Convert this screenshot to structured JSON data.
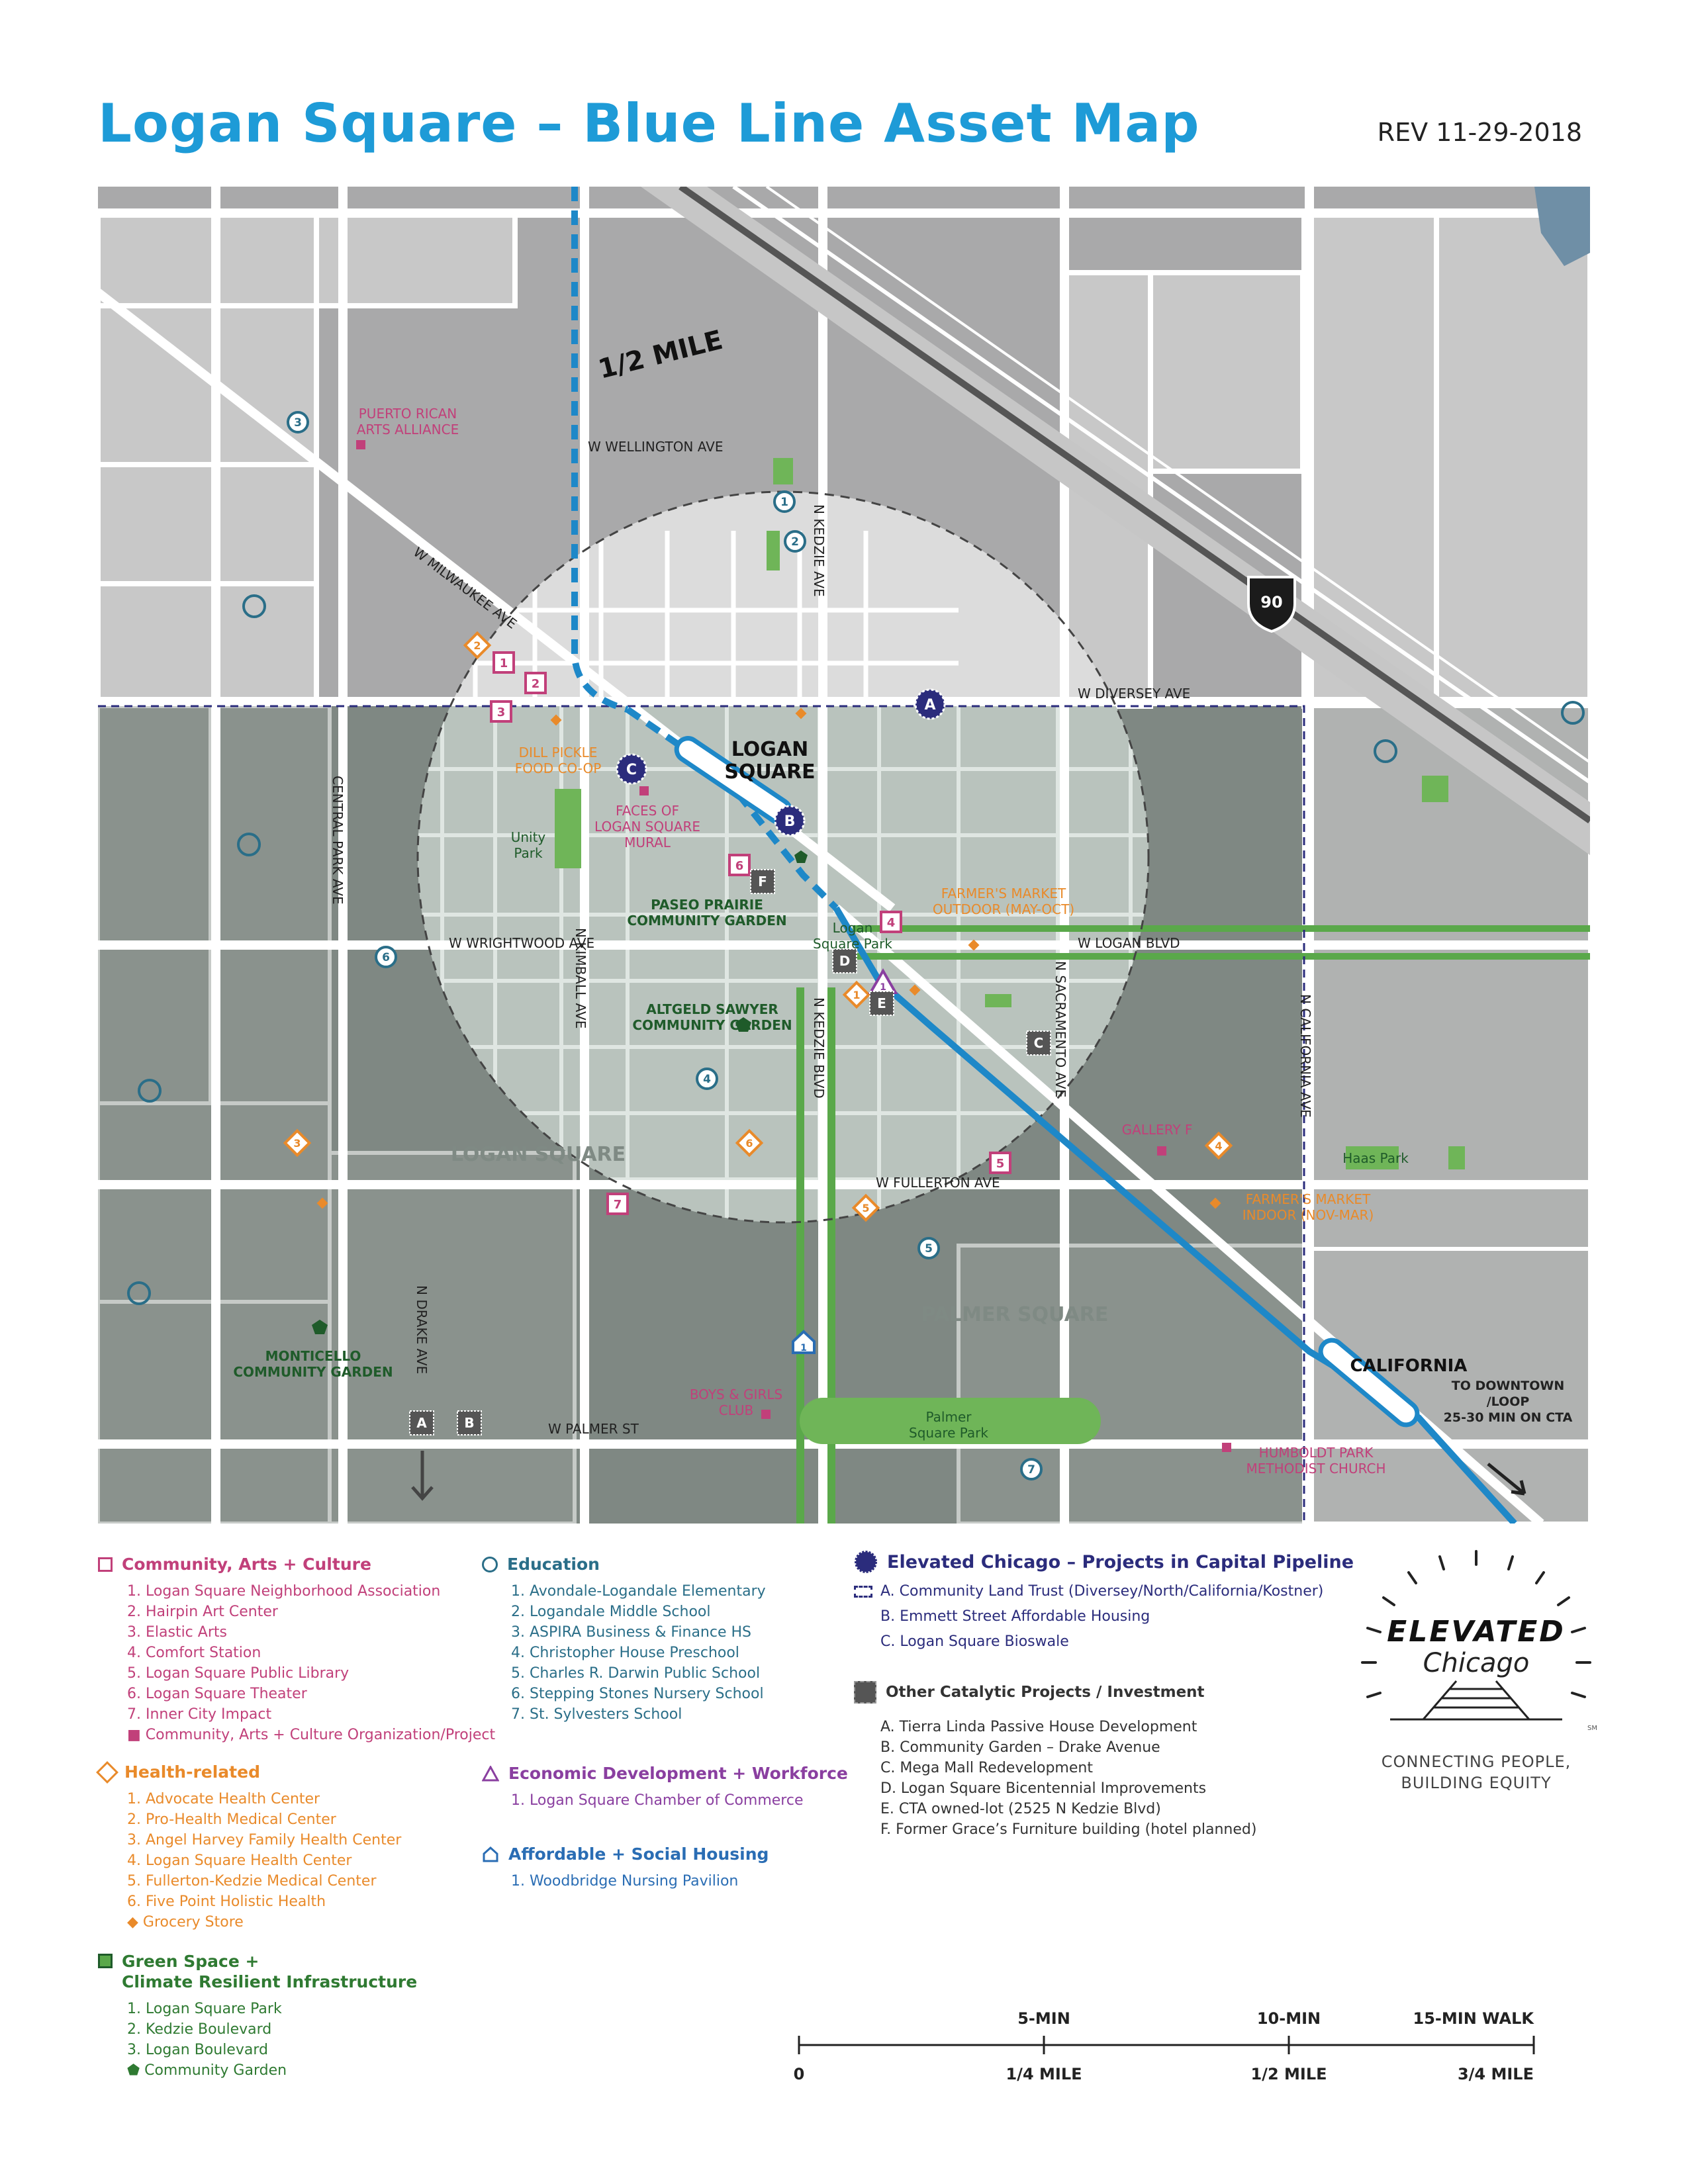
{
  "header": {
    "title": "Logan Square – Blue Line Asset Map",
    "revision": "REV 11-29-2018"
  },
  "colors": {
    "blue_line": "#1e88c8",
    "title_blue": "#1e9bd7",
    "culture": "#c1407a",
    "health": "#e98a2a",
    "green": "#2f7a32",
    "education": "#2a6e88",
    "econ": "#8a3fa0",
    "housing": "#2a6db4",
    "pipeline": "#2b2c7c",
    "catalytic": "#555555"
  },
  "map": {
    "radius_label": "1/2 MILE",
    "interstate": "90",
    "streets": {
      "wellington": "W WELLINGTON AVE",
      "milwaukee": "W MILWAUKEE AVE",
      "diversey": "W DIVERSEY AVE",
      "wrightwood": "W WRIGHTWOOD AVE",
      "logan_blvd": "W LOGAN BLVD",
      "fullerton": "W FULLERTON AVE",
      "palmer": "W PALMER ST",
      "central_park": "CENTRAL PARK AVE",
      "kimball": "N KIMBALL AVE",
      "kedzie_ave": "N KEDZIE AVE",
      "kedzie_blvd": "N KEDZIE BLVD",
      "sacramento": "N SACRAMENTO AVE",
      "california": "N CALIFORNIA AVE",
      "drake": "N DRAKE AVE"
    },
    "places": {
      "puerto_rican": [
        "PUERTO RICAN",
        "ARTS ALLIANCE"
      ],
      "logan_square": [
        "LOGAN",
        "SQUARE"
      ],
      "dill_pickle": [
        "DILL PICKLE",
        "FOOD CO-OP"
      ],
      "faces": [
        "FACES OF",
        "LOGAN SQUARE",
        "MURAL"
      ],
      "unity_park": [
        "Unity",
        "Park"
      ],
      "paseo": [
        "PASEO PRAIRIE",
        "COMMUNITY GARDEN"
      ],
      "farmers_out": [
        "FARMER'S MARKET",
        "OUTDOOR (MAY-OCT)"
      ],
      "ls_park": [
        "Logan",
        "Square Park"
      ],
      "altgeld": [
        "ALTGELD SAWYER",
        "COMMUNITY GARDEN"
      ],
      "logan_square_area": "LOGAN SQUARE",
      "gallery_f": "GALLERY F",
      "haas_park": "Haas Park",
      "farmers_in": [
        "FARMER'S MARKET",
        "INDOOR (NOV-MAR)"
      ],
      "palmer_square_area": "PALMER SQUARE",
      "monticello": [
        "MONTICELLO",
        "COMMUNITY GARDEN"
      ],
      "boys_girls": [
        "BOYS & GIRLS",
        "CLUB"
      ],
      "palmer_park": [
        "Palmer",
        "Square Park"
      ],
      "humboldt": [
        "HUMBOLDT PARK",
        "METHODIST CHURCH"
      ],
      "california_stn": "CALIFORNIA",
      "downtown": [
        "TO DOWNTOWN",
        "/LOOP",
        "25-30 MIN ON CTA"
      ]
    }
  },
  "legend": {
    "culture": {
      "title": "Community, Arts + Culture",
      "items": [
        "1. Logan Square Neighborhood Association",
        "2. Hairpin Art Center",
        "3. Elastic Arts",
        "4. Comfort Station",
        "5. Logan Square Public Library",
        "6. Logan Square Theater",
        "7. Inner City Impact",
        "■ Community, Arts + Culture Organization/Project"
      ]
    },
    "health": {
      "title": "Health-related",
      "items": [
        "1. Advocate Health Center",
        "2. Pro-Health Medical Center",
        "3. Angel Harvey Family Health Center",
        "4. Logan Square Health Center",
        "5. Fullerton-Kedzie Medical Center",
        "6. Five Point Holistic Health",
        "◆ Grocery Store"
      ]
    },
    "green": {
      "title": [
        "Green Space +",
        "Climate Resilient Infrastructure"
      ],
      "items": [
        "1. Logan Square Park",
        "2. Kedzie Boulevard",
        "3. Logan Boulevard",
        "⬟ Community Garden"
      ]
    },
    "education": {
      "title": "Education",
      "items": [
        "1. Avondale-Logandale Elementary",
        "2. Logandale Middle School",
        "3. ASPIRA Business & Finance HS",
        "4. Christopher House Preschool",
        "5. Charles R. Darwin Public School",
        "6. Stepping Stones Nursery School",
        "7. St. Sylvesters School"
      ]
    },
    "econ": {
      "title": "Economic Development + Workforce",
      "items": [
        "1. Logan Square Chamber of Commerce"
      ]
    },
    "housing": {
      "title": "Affordable + Social Housing",
      "items": [
        "1. Woodbridge Nursing Pavilion"
      ]
    },
    "pipeline": {
      "title": "Elevated Chicago – Projects in Capital Pipeline",
      "items": [
        "A. Community Land Trust (Diversey/North/California/Kostner)",
        "B. Emmett Street Affordable Housing",
        "C. Logan Square Bioswale"
      ]
    },
    "catalytic": {
      "title": "Other Catalytic Projects / Investment",
      "items": [
        "A. Tierra Linda Passive House Development",
        "B. Community Garden – Drake Avenue",
        "C. Mega Mall Redevelopment",
        "D. Logan Square Bicentennial Improvements",
        "E. CTA owned-lot (2525 N Kedzie Blvd)",
        "F. Former Grace’s Furniture building (hotel planned)"
      ]
    }
  },
  "logo": {
    "line1": "ELEVATED",
    "line2": "Chicago",
    "sm": "SM",
    "tagline1": "CONNECTING PEOPLE,",
    "tagline2": "BUILDING EQUITY"
  },
  "scale": {
    "top": [
      "5-MIN",
      "10-MIN",
      "15-MIN WALK"
    ],
    "bottom": [
      "0",
      "1/4 MILE",
      "1/2 MILE",
      "3/4 MILE"
    ]
  }
}
